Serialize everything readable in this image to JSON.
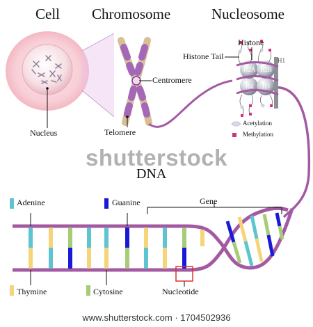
{
  "headings": {
    "cell": "Cell",
    "chromosome": "Chromosome",
    "nucleosome": "Nucleosome",
    "dna": "DNA"
  },
  "labels": {
    "nucleus": "Nucleus",
    "centromere": "Centromere",
    "telomere": "Telomere",
    "histone": "Histone",
    "histone_tail": "Histone Tail",
    "h1": "H1",
    "h2a": "H2A",
    "h2b": "H2B",
    "h4": "H4",
    "h3": "H3",
    "acetylation": "Acetylation",
    "methylation": "Methylation",
    "gene": "Gene",
    "nucleotide": "Nucleotide"
  },
  "bases": {
    "adenine": "Adenine",
    "guanine": "Guanine",
    "thymine": "Thymine",
    "cytosine": "Cytosine"
  },
  "colors": {
    "adenine": "#5ec4cf",
    "guanine": "#1a1ad6",
    "thymine": "#f6d57a",
    "cytosine": "#a6cc78",
    "backbone": "#a35aa3",
    "nucleotide_box": "#e0312b",
    "chromosome_band_a": "#a567b8",
    "chromosome_band_b": "#d8bf95"
  },
  "base_sequence": [
    "adenine",
    "thymine",
    "cytosine",
    "adenine",
    "adenine",
    "guanine",
    "thymine",
    "adenine",
    "cytosine",
    "guanine",
    "thymine",
    "adenine",
    "thymine",
    "cytosine",
    "guanine",
    "thymine"
  ],
  "watermark": "shutterstock",
  "footer": "www.shutterstock.com · 1704502936"
}
